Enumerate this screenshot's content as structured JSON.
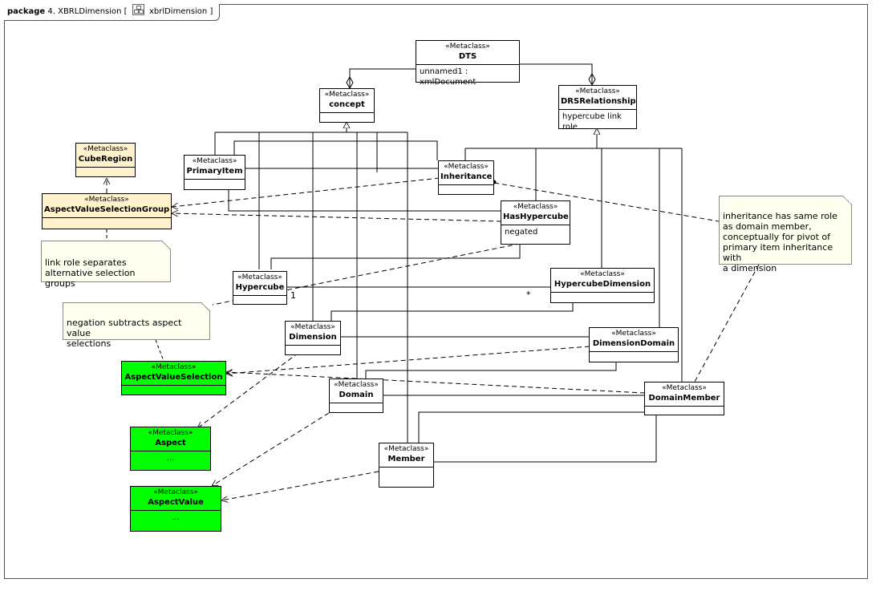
{
  "header": {
    "keyword": "package",
    "name": "4. XBRLDimension",
    "diagram_ref": "xbrlDimension",
    "bracket_open": "[",
    "bracket_close": "]"
  },
  "stereotype": "«Metaclass»",
  "classes": {
    "dts": {
      "name": "DTS",
      "attributes": [
        "unnamed1 : xmlDocument"
      ]
    },
    "concept": {
      "name": "concept"
    },
    "drs_relationship": {
      "name": "DRSRelationship",
      "attributes": [
        "hypercube link role"
      ]
    },
    "cube_region": {
      "name": "CubeRegion"
    },
    "primary_item": {
      "name": "PrimaryItem"
    },
    "inheritance": {
      "name": "Inheritance"
    },
    "aspect_value_selection_group": {
      "name": "AspectValueSelectionGroup"
    },
    "has_hypercube": {
      "name": "HasHypercube",
      "attributes": [
        "negated"
      ]
    },
    "hypercube": {
      "name": "Hypercube"
    },
    "hypercube_dimension": {
      "name": "HypercubeDimension"
    },
    "dimension": {
      "name": "Dimension"
    },
    "dimension_domain": {
      "name": "DimensionDomain"
    },
    "aspect_value_selection": {
      "name": "AspectValueSelection"
    },
    "domain": {
      "name": "Domain"
    },
    "domain_member": {
      "name": "DomainMember"
    },
    "aspect": {
      "name": "Aspect",
      "ellipsis": "..."
    },
    "member": {
      "name": "Member"
    },
    "aspect_value": {
      "name": "AspectValue",
      "ellipsis": "..."
    }
  },
  "notes": {
    "link_role": "link role separates\nalternative selection groups",
    "negation": "negation subtracts aspect value\nselections",
    "inheritance_role": "inheritance has same role\nas domain member,\nconceptually for pivot of\nprimary item inheritance with\na dimension"
  },
  "multiplicities": {
    "hypercube_end": "1",
    "hypercube_dimension_end": "*"
  },
  "colors": {
    "metaclass": "#ffffff",
    "highlight_yellow": "#fff2cc",
    "highlight_green": "#00ff00",
    "note": "#fffff0"
  }
}
